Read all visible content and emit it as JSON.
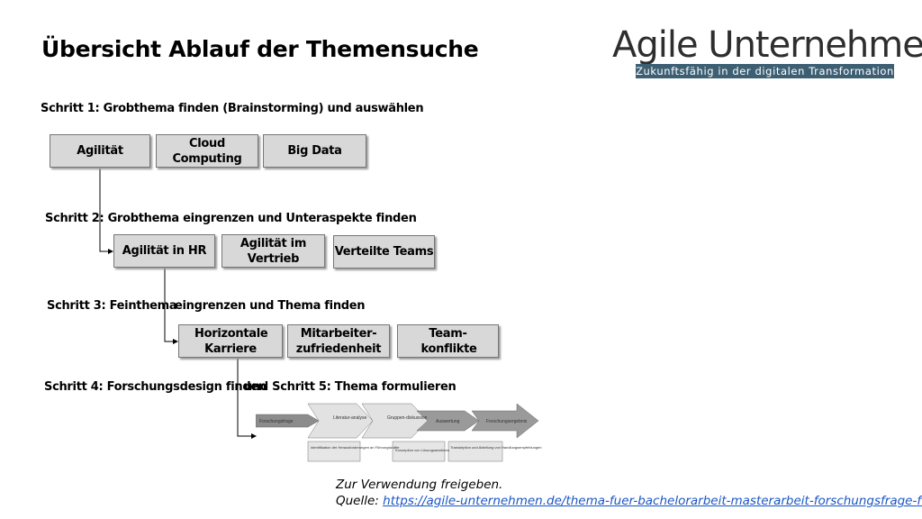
{
  "title": "Übersicht Ablauf der Themensuche",
  "logo": {
    "main": "Agile Unternehmen",
    "tagline": "Zukunftsfähig in der digitalen Transformation"
  },
  "steps": {
    "step1": "Schritt 1: Grobthema finden (Brainstorming) und auswählen",
    "step2": "Schritt 2:   Grobthema eingrenzen und Unteraspekte finden",
    "step3a": "Schritt 3: Feinthema",
    "step3b": "eingrenzen und Thema finden",
    "step4a": "Schritt 4: Forschungsdesign finden",
    "step4b": "und Schritt 5: Thema formulieren"
  },
  "row1": [
    "Agilität",
    "Cloud Computing",
    "Big Data"
  ],
  "row2": [
    "Agilität in HR",
    "Agilität im Vertrieb",
    "Verteilte Teams"
  ],
  "row3": [
    "Horizontale Karriere",
    "Mitarbeiter-zufriedenheit",
    "Team-konflikte"
  ],
  "process": {
    "chevrons": [
      "Forschungsfrage",
      "Literatur-analyse",
      "Gruppen-diskussion",
      "Auswertung",
      "Forschungsergebnis"
    ],
    "details": [
      "Identifikation der Herausforderungen an Führungskräfte",
      "Konzeption von Lösungsansätzen",
      "Transkription und Ableitung von Handlungsempfehlungen"
    ]
  },
  "footer": {
    "line1": "Zur Verwendung freigeben.",
    "source_label": "Quelle: ",
    "url": "https://agile-unternehmen.de/thema-fuer-bachelorarbeit-masterarbeit-forschungsfrage-finden/"
  },
  "colors": {
    "box_fill": "#d8d8d8",
    "logo_bar": "#3d5f73",
    "link": "#1a56c4"
  }
}
